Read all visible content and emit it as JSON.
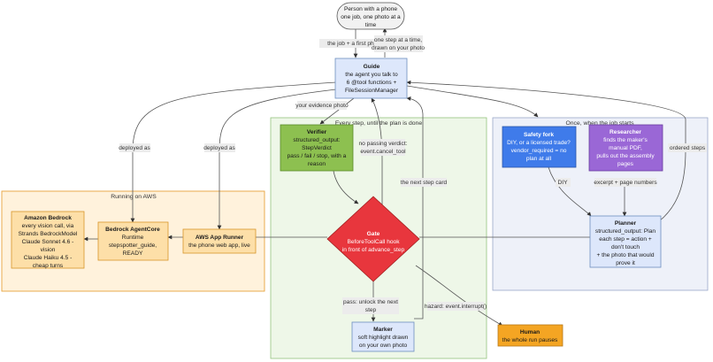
{
  "nodes": {
    "person": {
      "lines": [
        "Person with a phone",
        "one job, one photo at a",
        "time"
      ]
    },
    "guide": {
      "title": "Guide",
      "lines": [
        "the agent you talk to",
        "6 @tool functions +",
        "FileSessionManager"
      ]
    },
    "verifier": {
      "title": "Verifier",
      "lines": [
        "structured_output:",
        "StepVerdict",
        "pass / fail / stop, with a",
        "reason"
      ]
    },
    "gate": {
      "title": "Gate",
      "lines": [
        "BeforeToolCall hook",
        "in front of advance_step"
      ]
    },
    "marker": {
      "title": "Marker",
      "lines": [
        "soft highlight drawn",
        "on your own photo"
      ]
    },
    "human": {
      "title": "Human",
      "lines": [
        "the whole run pauses"
      ]
    },
    "safety": {
      "title": "Safety fork",
      "lines": [
        "DIY, or a licensed trade?",
        "vendor_required = no",
        "plan at all"
      ]
    },
    "researcher": {
      "title": "Researcher",
      "lines": [
        "finds the maker's",
        "manual PDF,",
        "pulls out the assembly",
        "pages"
      ]
    },
    "planner": {
      "title": "Planner",
      "lines": [
        "structured_output: Plan",
        "each step = action +",
        "don't touch",
        "+ the photo that would",
        "prove it"
      ]
    },
    "bedrock": {
      "title": "Amazon Bedrock",
      "lines": [
        "every vision call, via",
        "Strands BedrockModel",
        "Claude Sonnet 4.6 -",
        "vision",
        "Claude Haiku 4.5 -",
        "cheap turns"
      ]
    },
    "agentcore": {
      "title": "Bedrock AgentCore",
      "lines": [
        "Runtime",
        "stepspotter_guide,",
        "READY"
      ]
    },
    "apprunner": {
      "title": "AWS App Runner",
      "lines": [
        "the phone web app, live"
      ]
    }
  },
  "clusters": {
    "every_step": "Every step, until the plan is done",
    "once": "Once, when the job starts",
    "aws": "Running on AWS"
  },
  "edge_labels": {
    "job_first_photo": "the job + a first photo",
    "one_step": [
      "one step at a time,",
      "drawn on your photo"
    ],
    "evidence": "your evidence photo",
    "deployed1": "deployed as",
    "deployed2": "deployed as",
    "no_pass": [
      "no passing verdict:",
      "event.cancel_tool"
    ],
    "next_card": "the next step card",
    "diy": "DIY",
    "excerpt": "excerpt + page numbers",
    "ordered": "ordered steps",
    "pass": [
      "pass: unlock the next",
      "step"
    ],
    "hazard": "hazard: event.interrupt()"
  },
  "colors": {
    "person_fill": "#f2f2f2",
    "guide_fill": "#dde7fb",
    "verifier_fill": "#8dc050",
    "gate_fill": "#e8363d",
    "marker_fill": "#dde7fb",
    "human_fill": "#f4a523",
    "safety_fill": "#3f7bea",
    "researcher_fill": "#9a67d6",
    "planner_fill": "#dde7fb",
    "aws_fill": "#fddfa8",
    "cluster_green": "#eef7e8",
    "cluster_blue": "#eef1f9",
    "cluster_aws": "#fff2dc"
  }
}
